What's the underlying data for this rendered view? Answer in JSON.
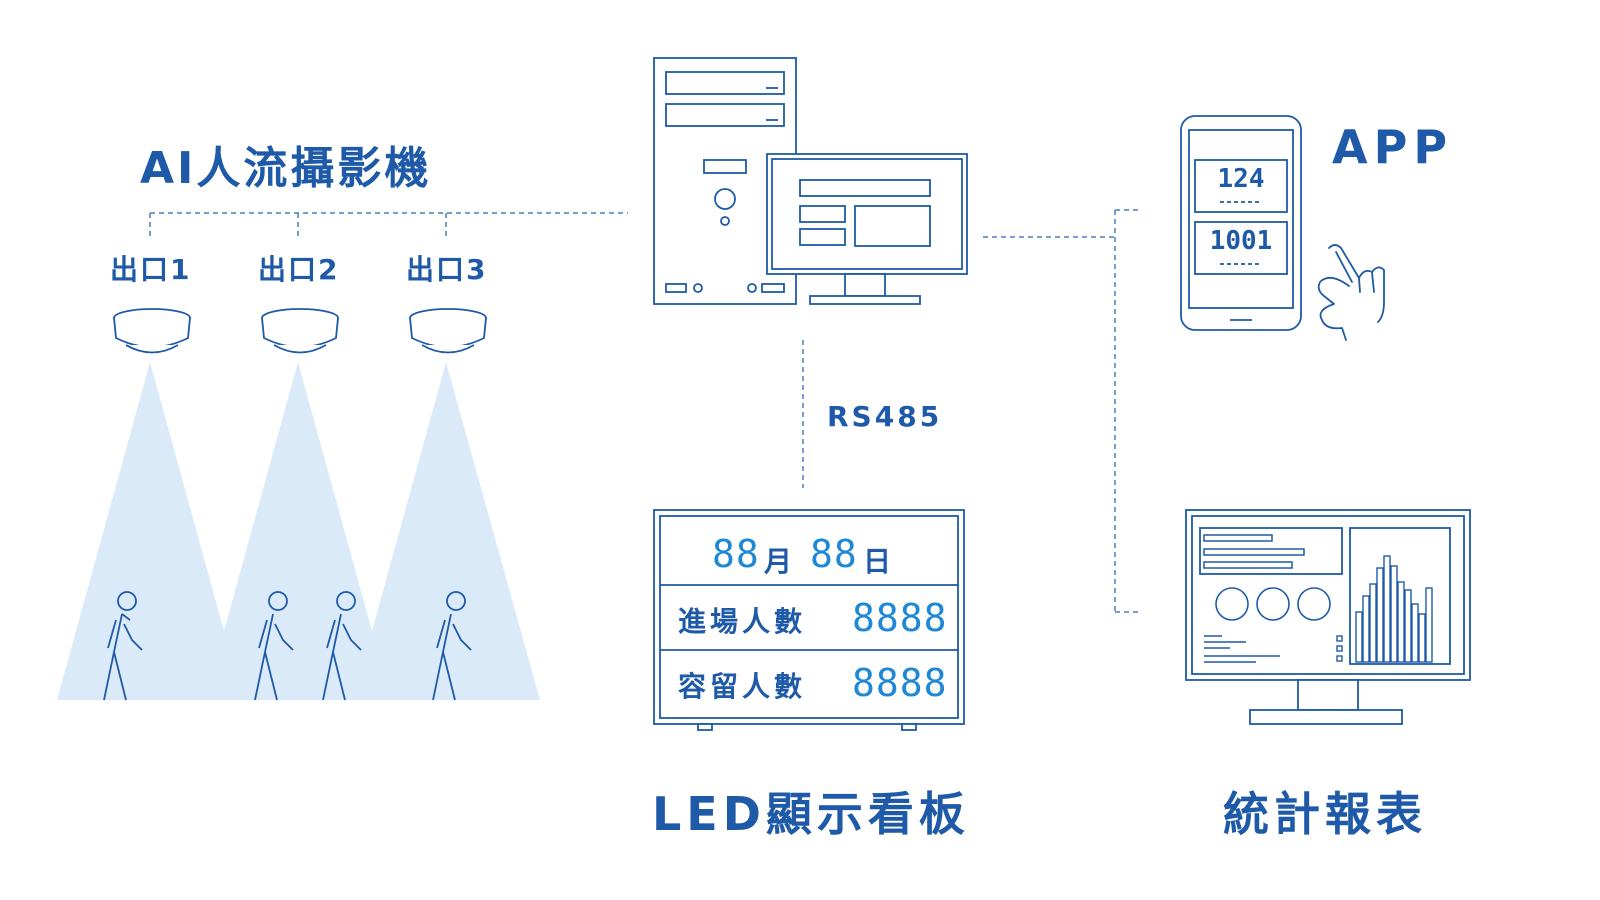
{
  "colors": {
    "line": "#1e5aa8",
    "accent": "#1e88d6",
    "beam": "#dbeaf8"
  },
  "camera_group": {
    "title": "AI人流攝影機",
    "exits": [
      "出口1",
      "出口2",
      "出口3"
    ]
  },
  "connection": {
    "label": "RS485"
  },
  "led_board": {
    "title": "LED顯示看板",
    "date_digits_month": "88",
    "month_char": "月",
    "date_digits_day": "88",
    "day_char": "日",
    "rows": [
      {
        "label": "進場人數",
        "value": "8888"
      },
      {
        "label": "容留人數",
        "value": "8888"
      }
    ]
  },
  "app": {
    "title": "APP",
    "values": [
      "124",
      "1001"
    ]
  },
  "report": {
    "title": "統計報表"
  },
  "icons": [
    "dome-camera-icon",
    "person-walking-icon",
    "server-pc-icon",
    "monitor-icon",
    "smartphone-icon",
    "pointing-hand-icon",
    "dashboard-monitor-icon"
  ]
}
